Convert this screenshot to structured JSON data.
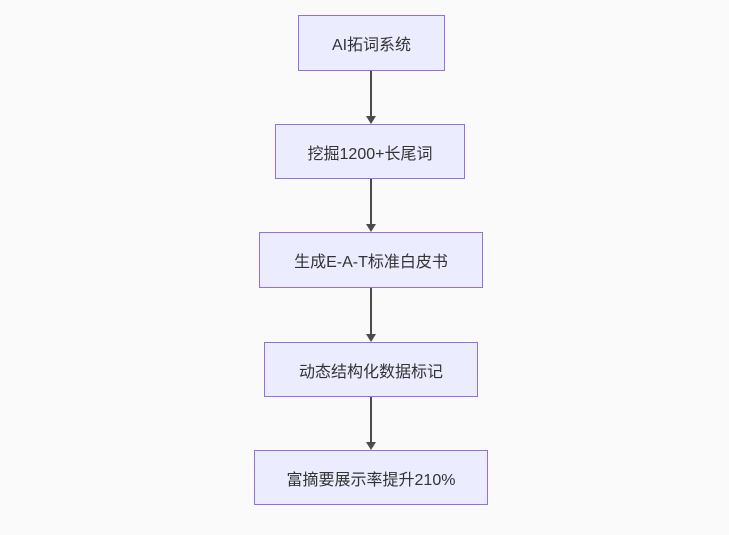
{
  "diagram": {
    "type": "flowchart",
    "direction": "top-down",
    "colors": {
      "background": "#fafafa",
      "node_fill": "#ECECFF",
      "node_border": "#9370DB",
      "text": "#333333",
      "arrow": "#4b4b4b"
    },
    "nodes": [
      {
        "id": "A",
        "label": "AI拓词系统"
      },
      {
        "id": "B",
        "label": "挖掘1200+长尾词"
      },
      {
        "id": "C",
        "label": "生成E-A-T标准白皮书"
      },
      {
        "id": "D",
        "label": "动态结构化数据标记"
      },
      {
        "id": "E",
        "label": "富摘要展示率提升210%"
      }
    ],
    "edges": [
      {
        "from": "A",
        "to": "B"
      },
      {
        "from": "B",
        "to": "C"
      },
      {
        "from": "C",
        "to": "D"
      },
      {
        "from": "D",
        "to": "E"
      }
    ]
  }
}
